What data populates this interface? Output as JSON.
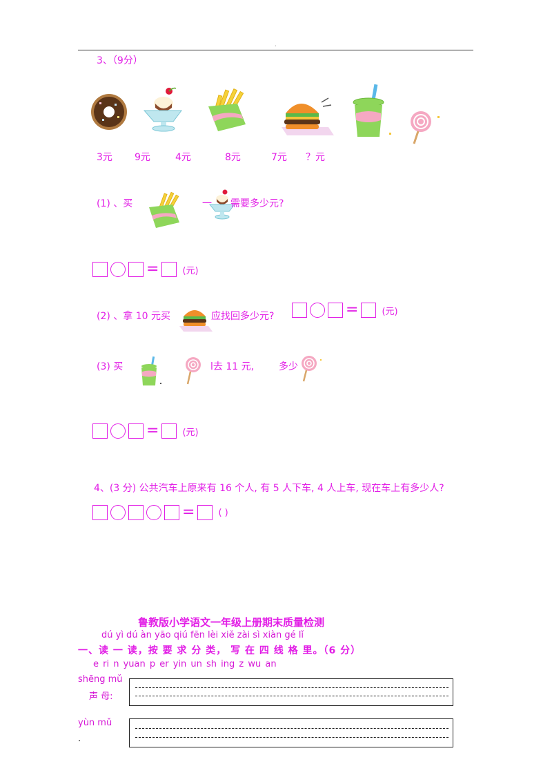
{
  "header": {
    "dot": "."
  },
  "q3": {
    "title": "3、（9分）",
    "items": [
      {
        "name": "donut",
        "price": "3元"
      },
      {
        "name": "sundae",
        "price": "9元"
      },
      {
        "name": "fries",
        "price": "4元"
      },
      {
        "name": "burger",
        "price": "8元"
      },
      {
        "name": "drink",
        "price": "7元"
      },
      {
        "name": "lollipop",
        "price": "？元"
      }
    ],
    "sub1": {
      "prefix": "(1) 、买",
      "middle": "一",
      "suffix": "需要多少元?"
    },
    "sub2": {
      "prefix": "(2) 、拿 10 元买",
      "suffix": "应找回多少元?"
    },
    "sub3": {
      "prefix": "(3) 买",
      "middle": "l去 11 元,",
      "suffix": "多少"
    },
    "unit": "(元)"
  },
  "q4": {
    "text": "4、(3 分) 公共汽车上原来有 16 个人, 有 5 人下车, 4 人上车, 现在车上有多少人?",
    "unit": "(     )"
  },
  "part2": {
    "title": "鲁教版小学语文一年级上册期末质量检测",
    "pinyin_line": "dú yì dú  àn yāo qiú fēn  lèi  xiě zài sì xiàn gé lǐ",
    "heading": "一、读 一 读，按 要 求 分 类， 写 在 四 线 格 里。（6 分）",
    "syllables": "e   ri   n   yuan   p   er   yin   un   sh   ing   z   wu   an",
    "shengmu_pinyin": "shēng mǔ",
    "shengmu_label": "声  母:",
    "yunmu_pinyin": "yùn mǔ",
    "yunmu_dot": "."
  }
}
